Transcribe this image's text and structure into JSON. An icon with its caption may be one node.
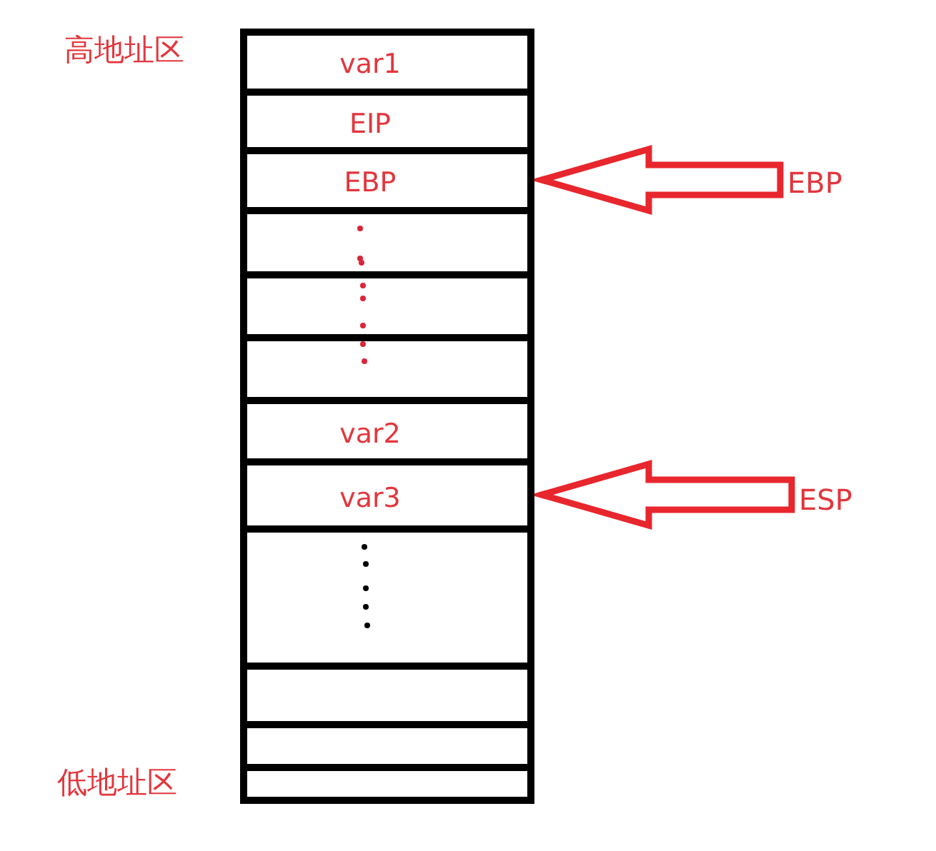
{
  "diagram": {
    "nodes": [
      {
        "text": [
          "var1"
        ]
      },
      {
        "text": [
          "EIP"
        ]
      },
      {
        "text": [
          "EBP"
        ]
      },
      {
        "text": [
          "EBP"
        ]
      },
      {
        "text": [],
        "shape": "box"
      },
      {
        "text": [],
        "shape": "box"
      },
      {
        "text": [],
        "shape": "box"
      },
      {
        "text": [
          "var2"
        ]
      },
      {
        "text": [
          "var3"
        ]
      },
      {
        "text": [
          "ESP"
        ]
      },
      {
        "text": [],
        "shape": "box"
      },
      {
        "text": [],
        "shape": "box"
      },
      {
        "text": [],
        "shape": "box"
      },
      {
        "text": [],
        "shape": "box"
      }
    ],
    "edges": [
      {
        "from": 3,
        "to": 2,
        "arrow": "to"
      },
      {
        "from": 9,
        "to": 8,
        "arrow": "to"
      }
    ],
    "labels": [
      "高地址区",
      "低地址区"
    ]
  }
}
